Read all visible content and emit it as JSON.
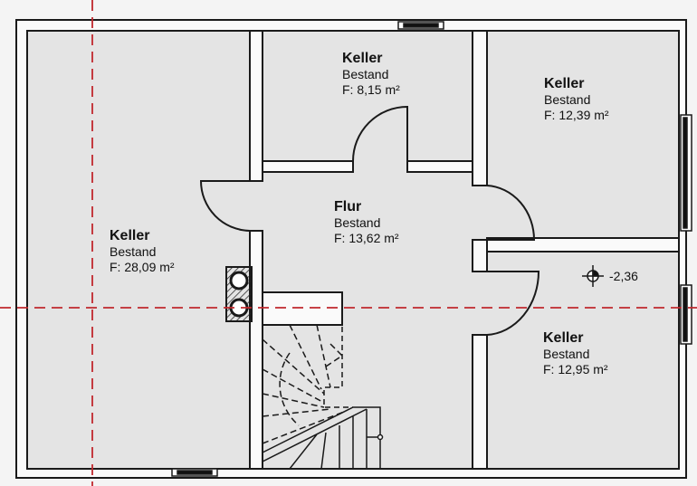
{
  "rooms": [
    {
      "name": "Keller",
      "status": "Bestand",
      "area": "F: 28,09 m²"
    },
    {
      "name": "Keller",
      "status": "Bestand",
      "area": "F: 8,15 m²"
    },
    {
      "name": "Keller",
      "status": "Bestand",
      "area": "F: 12,39 m²"
    },
    {
      "name": "Flur",
      "status": "Bestand",
      "area": "F: 13,62 m²"
    },
    {
      "name": "Keller",
      "status": "Bestand",
      "area": "F: 12,95 m²"
    }
  ],
  "elevation_mark": "-2,36",
  "colors": {
    "floor": "#e4e4e4",
    "wall": "#fafafa",
    "line": "#1a1a1a",
    "section": "#c0282d"
  }
}
